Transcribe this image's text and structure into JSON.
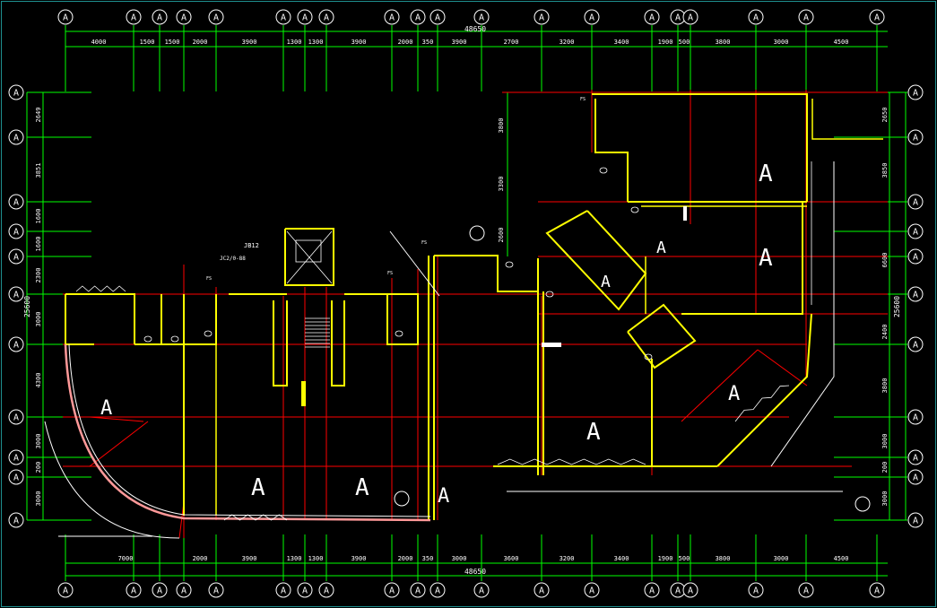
{
  "drawing": {
    "overall_dimension": "48650",
    "axis_letter": "A",
    "room_letter": "A",
    "top_dimensions": [
      "4000",
      "1500",
      "1500",
      "2000",
      "3900",
      "1300",
      "1300",
      "3900",
      "2000",
      "350",
      "3900",
      "2700",
      "3200",
      "3400",
      "1900",
      "500",
      "3800",
      "3000",
      "4500"
    ],
    "bottom_dimensions": [
      "7000",
      "2000",
      "3900",
      "1300",
      "1300",
      "3900",
      "2000",
      "350",
      "3000",
      "3600",
      "3200",
      "3400",
      "1900",
      "500",
      "3800",
      "3000",
      "4500"
    ],
    "left_dimensions": [
      "2649",
      "3851",
      "1600",
      "1600",
      "2300",
      "3000",
      "4300",
      "3000",
      "200",
      "3000"
    ],
    "left_total": "25600",
    "right_dimensions": [
      "2650",
      "3850",
      "6600",
      "2400",
      "3800",
      "3000",
      "200",
      "3000"
    ],
    "right_total": "25600",
    "mid_vertical_dimensions": [
      "3800",
      "3300",
      "2600"
    ],
    "labels": [
      "JB12",
      "JC2/0-88",
      "FS",
      "FS",
      "FS",
      "FS"
    ],
    "colors": {
      "grid": "#00ff00",
      "wall": "#ffff00",
      "axis": "#ff0000",
      "bubble": "#ffffff",
      "detail": "#ffffff",
      "frame": "#1f8f8f"
    }
  }
}
